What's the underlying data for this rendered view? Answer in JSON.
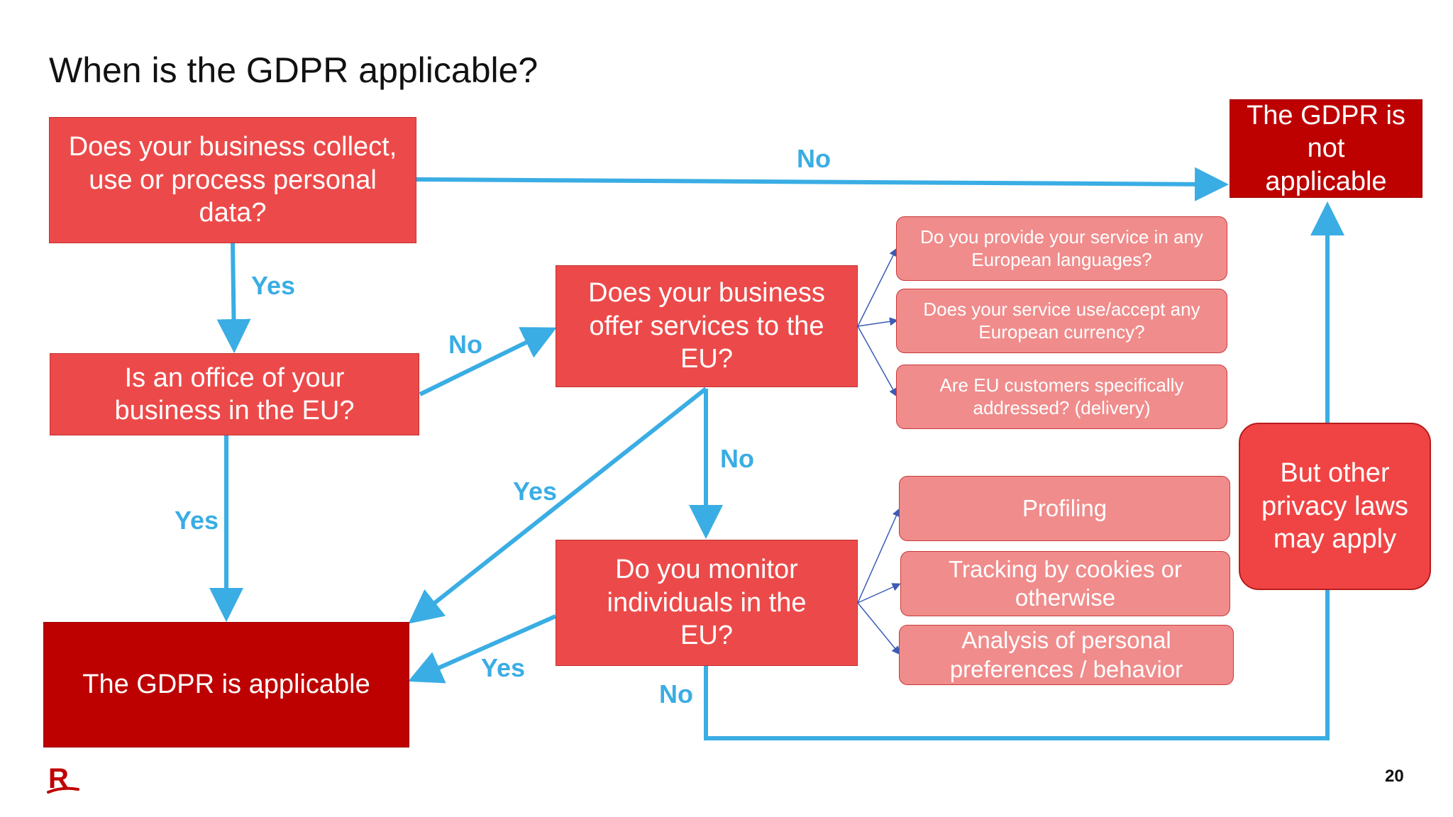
{
  "title": "When is the GDPR applicable?",
  "nodes": {
    "collect": "Does your business collect, use or process personal data?",
    "office": "Is an office of your business in the EU?",
    "offer": "Does your business offer services to the EU?",
    "monitor": "Do you monitor individuals in the EU?",
    "applicable": "The GDPR is applicable",
    "not_applicable": "The GDPR is not applicable",
    "other_laws": "But other privacy laws may apply"
  },
  "offer_criteria": [
    "Do you provide your service in any European languages?",
    "Does your service use/accept any European currency?",
    "Are EU customers specifically addressed? (delivery)"
  ],
  "monitor_criteria": [
    "Profiling",
    "Tracking by cookies or otherwise",
    "Analysis of personal preferences / behavior"
  ],
  "edge_labels": {
    "collect_no": "No",
    "collect_yes": "Yes",
    "office_no": "No",
    "office_yes": "Yes",
    "offer_yes": "Yes",
    "offer_no": "No",
    "monitor_yes": "Yes",
    "monitor_no": "No"
  },
  "colors": {
    "question_box": "#ec4a4a",
    "result_box": "#bd0000",
    "criteria_box": "#f08c8c",
    "arrow": "#3aade4",
    "thin_arrow": "#3b5bb5"
  },
  "page_number": "20",
  "logo_letter": "R"
}
